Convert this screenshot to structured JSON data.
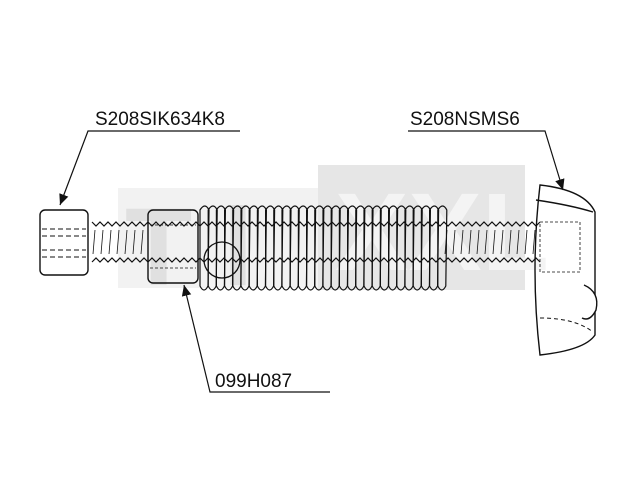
{
  "watermark": {
    "text_left": "Tool",
    "text_right": "XXL"
  },
  "callouts": [
    {
      "part": "S208SIK634K8"
    },
    {
      "part": "S208NSMS6"
    },
    {
      "part": "099H087"
    }
  ],
  "colors": {
    "line": "#111111",
    "watermark_light": "#ebebeb",
    "watermark_dark": "#e2e2e2"
  }
}
